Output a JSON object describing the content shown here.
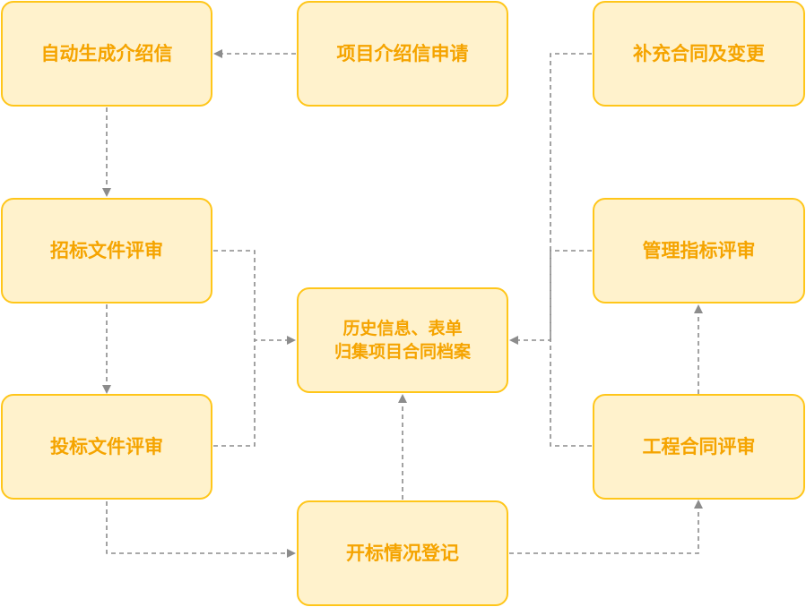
{
  "nodes": {
    "auto_letter": "自动生成介绍信",
    "apply_letter": "项目介绍信申请",
    "supplement": "补充合同及变更",
    "tender_review": "招标文件评审",
    "archive": "历史信息、表单\n归集项目合同档案",
    "mgmt_review": "管理指标评审",
    "bid_review": "投标文件评审",
    "contract_review": "工程合同评审",
    "opening": "开标情况登记"
  },
  "colors": {
    "node_fill": "#fff2cc",
    "node_border": "#ffc61a",
    "node_text": "#f5a400",
    "edge": "#8c8c8c"
  },
  "edges": [
    {
      "from": "apply_letter",
      "to": "auto_letter"
    },
    {
      "from": "auto_letter",
      "to": "tender_review"
    },
    {
      "from": "tender_review",
      "to": "bid_review"
    },
    {
      "from": "tender_review",
      "to": "archive"
    },
    {
      "from": "bid_review",
      "to": "archive"
    },
    {
      "from": "bid_review",
      "to": "opening"
    },
    {
      "from": "opening",
      "to": "archive"
    },
    {
      "from": "opening",
      "to": "contract_review"
    },
    {
      "from": "contract_review",
      "to": "mgmt_review"
    },
    {
      "from": "supplement",
      "to": "archive"
    },
    {
      "from": "mgmt_review",
      "to": "archive"
    },
    {
      "from": "contract_review",
      "to": "archive"
    }
  ]
}
